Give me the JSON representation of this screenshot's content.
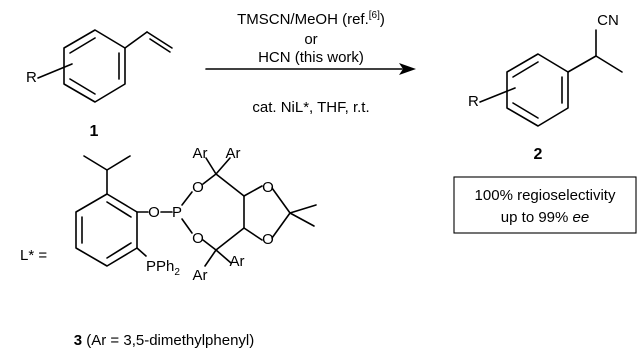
{
  "conditions": {
    "line1_main": "TMSCN/MeOH (ref.",
    "line1_ref": "[6]",
    "line1_close": ")",
    "line2": "or",
    "line3": "HCN (this work)",
    "line4": "cat. NiL*, THF, r.t."
  },
  "substrate": {
    "substituent": "R",
    "number": "1"
  },
  "product": {
    "substituent": "R",
    "nitrile": "CN",
    "number": "2"
  },
  "result_box": {
    "line1": "100% regioselectivity",
    "line2_prefix": "up to 99% ",
    "line2_italic": "ee"
  },
  "ligand": {
    "label": "L* =",
    "atom_o": "O",
    "atom_p": "P",
    "aryl": "Ar",
    "pph2_main": "PPh",
    "pph2_sub": "2",
    "number": "3",
    "caption": " (Ar = 3,5-dimethylphenyl)"
  }
}
